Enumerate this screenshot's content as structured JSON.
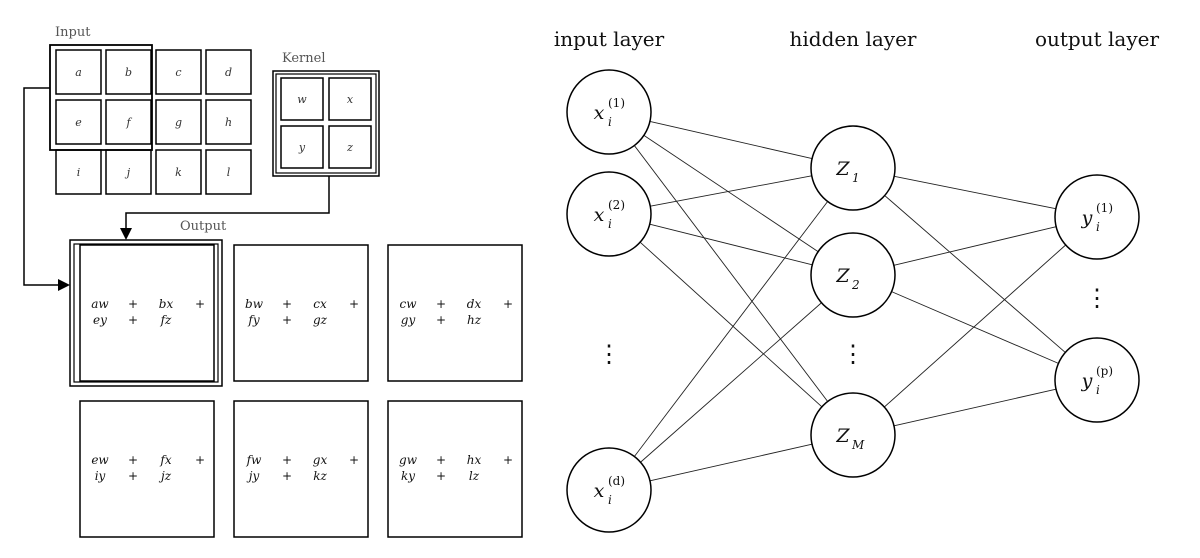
{
  "conv": {
    "input_label": "Input",
    "kernel_label": "Kernel",
    "output_label": "Output",
    "input_cells": [
      [
        "a",
        "b",
        "c",
        "d"
      ],
      [
        "e",
        "f",
        "g",
        "h"
      ],
      [
        "i",
        "j",
        "k",
        "l"
      ]
    ],
    "kernel_cells": [
      [
        "w",
        "x"
      ],
      [
        "y",
        "z"
      ]
    ],
    "outputs": [
      [
        {
          "row1": [
            "aw",
            "+",
            "bx",
            "+"
          ],
          "row2": [
            "ey",
            "+",
            "fz"
          ]
        },
        {
          "row1": [
            "bw",
            "+",
            "cx",
            "+"
          ],
          "row2": [
            "fy",
            "+",
            "gz"
          ]
        },
        {
          "row1": [
            "cw",
            "+",
            "dx",
            "+"
          ],
          "row2": [
            "gy",
            "+",
            "hz"
          ]
        }
      ],
      [
        {
          "row1": [
            "ew",
            "+",
            "fx",
            "+"
          ],
          "row2": [
            "iy",
            "+",
            "jz"
          ]
        },
        {
          "row1": [
            "fw",
            "+",
            "gx",
            "+"
          ],
          "row2": [
            "jy",
            "+",
            "kz"
          ]
        },
        {
          "row1": [
            "gw",
            "+",
            "hx",
            "+"
          ],
          "row2": [
            "ky",
            "+",
            "lz"
          ]
        }
      ]
    ]
  },
  "network": {
    "layer_labels": {
      "input": "input layer",
      "hidden": "hidden layer",
      "output": "output layer"
    },
    "ellipsis": "⋮",
    "input_nodes": [
      {
        "base": "x",
        "sub": "i",
        "sup": "(1)"
      },
      {
        "base": "x",
        "sub": "i",
        "sup": "(2)"
      },
      {
        "base": "x",
        "sub": "i",
        "sup": "(d)"
      }
    ],
    "hidden_nodes": [
      {
        "base": "Z",
        "sub": "1"
      },
      {
        "base": "Z",
        "sub": "2"
      },
      {
        "base": "Z",
        "sub": "M"
      }
    ],
    "output_nodes": [
      {
        "base": "y",
        "sub": "i",
        "sup": "(1)"
      },
      {
        "base": "y",
        "sub": "i",
        "sup": "(p)"
      }
    ]
  }
}
